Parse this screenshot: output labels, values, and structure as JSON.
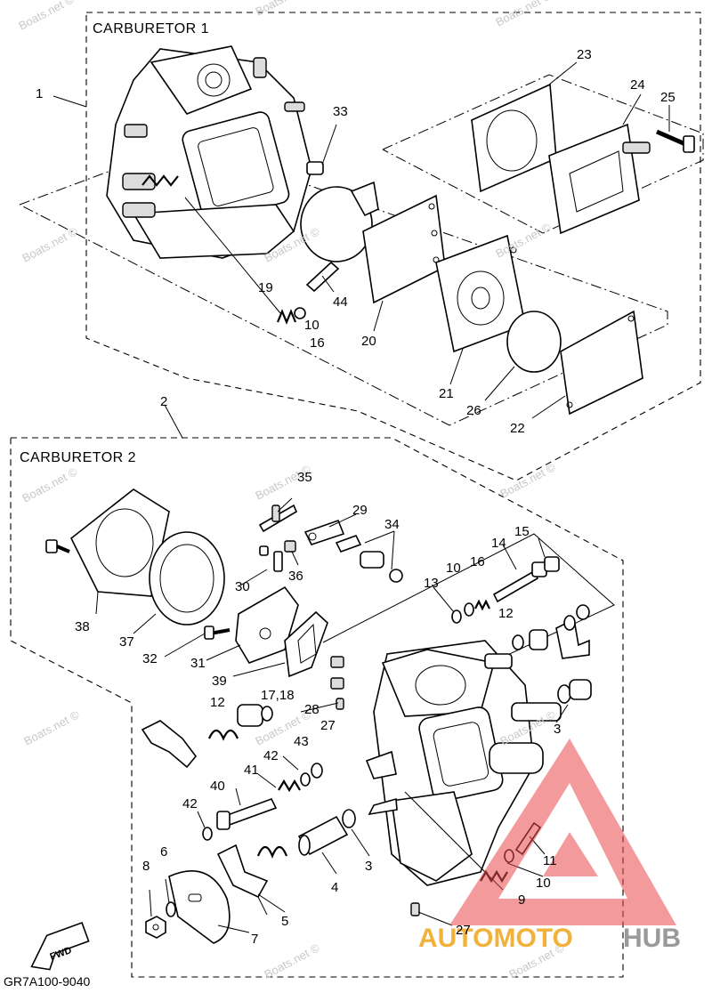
{
  "diagram": {
    "carb1_title": "CARBURETOR 1",
    "carb2_title": "CARBURETOR 2",
    "code": "GR7A100-9040",
    "fwd": "FWD",
    "watermark": "Boats.net ©",
    "brand_part1": "AUTOMOTO",
    "brand_part2": "HUB",
    "brand_color": "#f2b13b",
    "brand_gray": "#9a9a9a",
    "logo_red": "#e9494a"
  },
  "callouts": {
    "c1": "1",
    "c2": "2",
    "c3a": "3",
    "c3b": "3",
    "c4": "4",
    "c5": "5",
    "c6": "6",
    "c7": "7",
    "c8": "8",
    "c9": "9",
    "c10a": "10",
    "c10b": "10",
    "c10c": "10",
    "c11": "11",
    "c12a": "12",
    "c12b": "12",
    "c13": "13",
    "c14": "14",
    "c15": "15",
    "c16a": "16",
    "c16b": "16",
    "c1718": "17,18",
    "c19": "19",
    "c20": "20",
    "c21": "21",
    "c22": "22",
    "c23": "23",
    "c24": "24",
    "c25": "25",
    "c26": "26",
    "c27a": "27",
    "c27b": "27",
    "c28": "28",
    "c29": "29",
    "c30": "30",
    "c31": "31",
    "c32": "32",
    "c33": "33",
    "c34": "34",
    "c35": "35",
    "c36": "36",
    "c37": "37",
    "c38": "38",
    "c39": "39",
    "c40": "40",
    "c41": "41",
    "c42a": "42",
    "c42b": "42",
    "c43": "43",
    "c44": "44"
  }
}
